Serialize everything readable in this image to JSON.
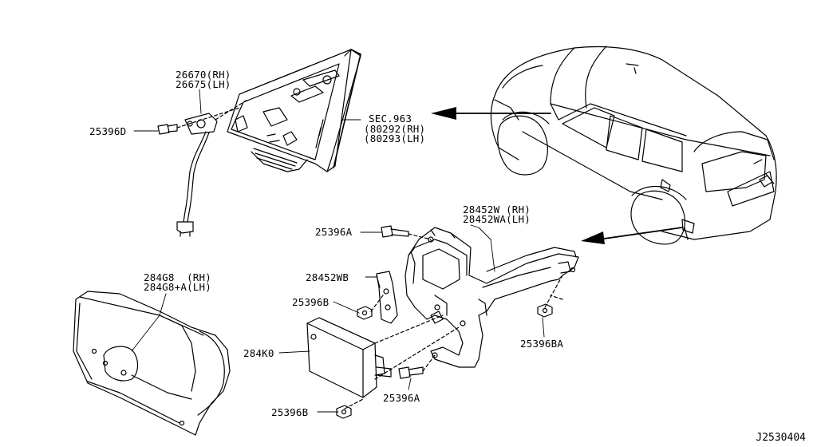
{
  "callouts": {
    "p26670": "26670(RH)",
    "p26675": "26675(LH)",
    "p25396d": "25396D",
    "sec963": "SEC.963",
    "p80292": "(80292(RH)",
    "p80293": "(80293(LH)",
    "p28452w": "28452W (RH)",
    "p28452wa": "28452WA(LH)",
    "p25396a_top": "25396A",
    "p28452wb": "28452WB",
    "p25396b_mid": "25396B",
    "p284g8": "284G8  (RH)",
    "p284g8a": "284G8+A(LH)",
    "p284k0": "284K0",
    "p25396a_bot": "25396A",
    "p25396ba": "25396BA",
    "p25396b_bot": "25396B"
  },
  "diagram_code": "J2530404"
}
